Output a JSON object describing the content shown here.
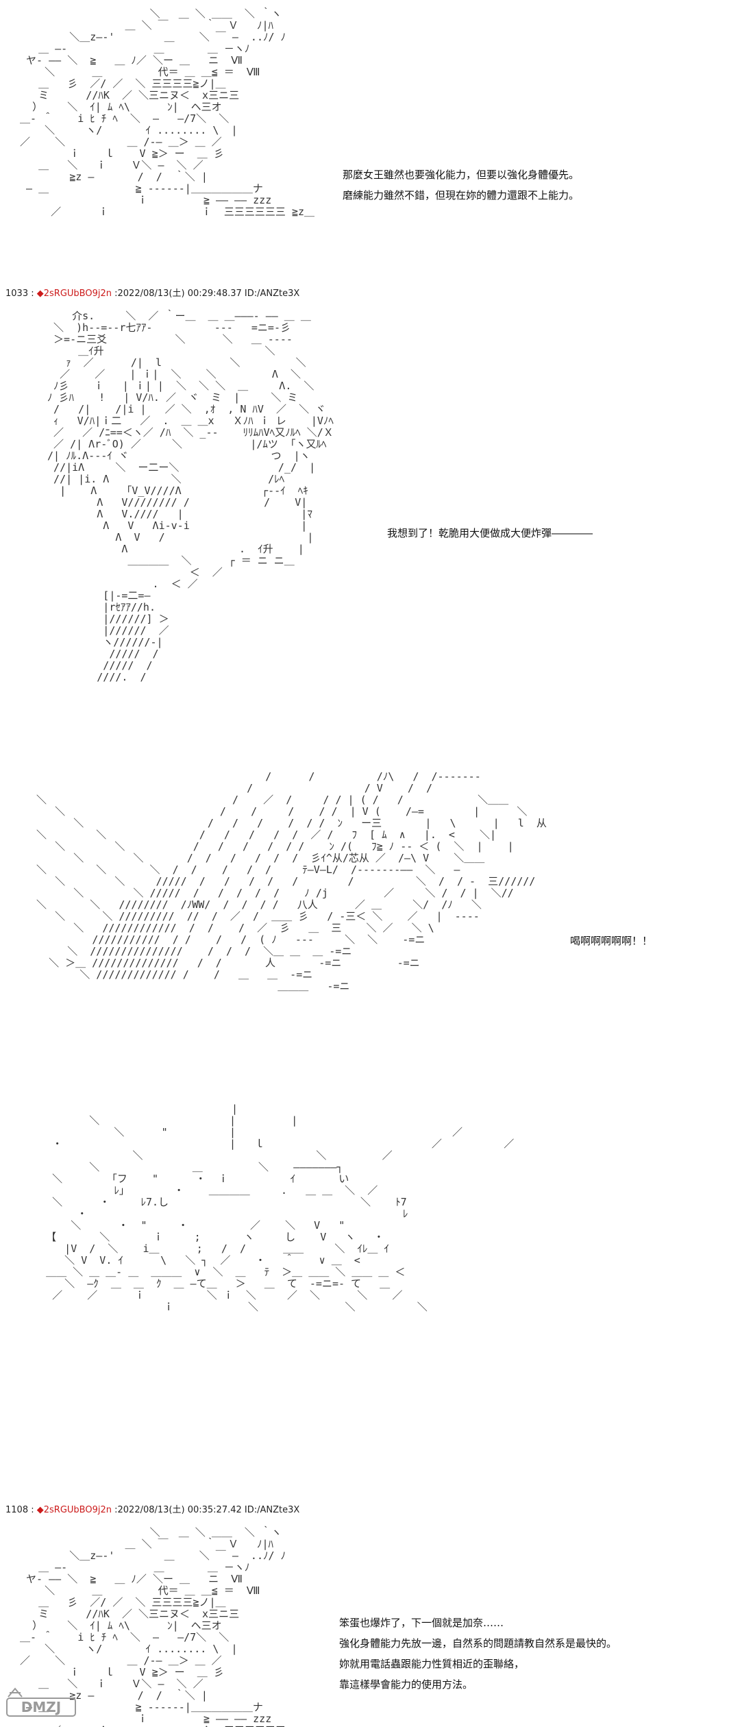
{
  "panels": {
    "p1": {
      "art": "                      ＼   ＿ ＼ ＿＿  ＼ ｀ヽ\n                  ＿ ＼ ￣      ｀  Ｖ   ﾉ|ﾊ\n         ＼＿z―‐'        ＿    ＼ ￣ ―  ..ﾉ/ ﾉ\n    ＿ ―‐              ＿       ＿ －ヽﾉ\n  ヤ‐ ―― ＼  ≧   ＿ ﾉ／ ＼ー ＿   ニ  Ⅶ\n     ＼      ＿         代＝ ＿ ＿≦ ＝  Ⅷ\n    ＿   彡  ／/ ／  ＼ 三三三三≧ノ|＿\n    ミ      //ﾊK  ／ ＼三ニヌ＜  x三ニ三\n   ）    ＼  ｲ| ﾑ ﾍ\\      ﾝ|  ヘ三オ\n ＿‐ ＾    i ﾋ ﾁ ﾍ  ＼  ―   ―/7＼  ＼\n     ＼     ヽ/       ｲ ........ \\  |\n ／    ＼          ＿ /‐― ＿＞ ＿ ／\n         ｉ    ｌ    V ≧＞ ー  ＿ 彡\n    ＿   ＼   ｉ    Ｖ＼ ―  ＼ ／\n         ≧z ―       /  /  ｀＼ |\n  ― ＿              ≧ ‐‐‐‐‐‐|＿＿＿＿＿＿ナ\n                    ｉ         ≧ ―― ―― zzz\n      ／      ｉ               ｉ  三三三三三三 ≧z＿",
      "lines": [
        "那麼女王雖然也要強化能力，但要以強化身體優先。",
        "磨練能力雖然不錯，但現在妳的體力還跟不上能力。"
      ]
    },
    "header1": {
      "number": "1033",
      "poster": "2sRGUbBO9j2n",
      "meta": ":2022/08/13(土) 00:29:48.37 ID:/ANZte3X"
    },
    "p2": {
      "art": "     介s.     ＼  ／ ｀ー＿  ＿ ＿―――‐ ―― ＿ ＿\n  ＼  )h‐‐=‐‐r七ｱｱ‐          ‐‐‐   =ニ=‐彡\n  ＞=‐ニ三爻           ＼      ＼   ＿ ‐‐‐‐\n      ＿ｲ升                          ＼\n    ｧ  ／      /|  l           ＼         ＼\n   ／    ／    | ｉ|  ＼    ＼         Λ  ＼\n  ﾉ彡    ｉ   | ｉ| |  ＼  ＼ ＼  ＿     Λ.  ＼\n ﾉ 彡ﾊ    !   | V/ﾊ. ／  ヾ  ミ  |     ＼ ミ\n  /   /|    /|i |   ／ ＼  ,ｵ  , N ﾊV  ／  ＼ ヾ\n  ｨ   V/ﾊ|ｉ二   ／  .  ＿ ＿x   Ｘﾉﾊ ｉ レ    |Vﾉﾍ\n  ／   ／ /ﾆ==＜ヽ／ /ﾊ  ＼ _-‐    ﾘﾘﾑﾊVﾍ又ﾉﾙﾍ ＼/Ｘ\n  ／ /| Λr‐ﾞO) ／     ＼           |/ﾑツ  ｢ヽ又ﾙﾍ\n /| ﾉﾙ.Λ‐‐‐ｲ ヾ                       つ  |ヽ\n  //|iΛ     ＼  ー二ー＼                /_/  |\n  //| |i. Λ          ＼              /ﾚﾍ\n   |    Λ    「V_V////Λ             ┌‐‐ｲ  ﾍｷ\n         Λ   V//////// /            /    V|\n         Λ   V.////   |                   |ﾏ\n          Λ   V   Λi‐v‐i                  |\n            Λ  V   /                       |\n             Λ                  .  ｲ升    |\n              ＿＿＿＿  ＼      ┌ ＝ ニ ニ＿\n                        ＜  ／\n                  .  ＜ ／\n          [|‐=二=―\n          |rｾｱｱ//h.\n          |//////] ＞\n          |//////  ／\n          ヽ//////‐|\n           /////  /\n          /////  /\n         ////.  /",
      "line": "我想到了！乾脆用大便做成大便炸彈――――"
    },
    "p3": {
      "art": "                                       /      /          /ﾉ\\   /  /‐‐‐‐‐‐‐\n                                    /                  / V    /  /\n  ＼                              /    ／  /     / / | ( /   /            ＼＿＿\n     ＼                         /    /     /    / /  | V (    /―=        |      ＼\n        ＼                    /   /   /    /  / /  ﾝ   ー三       |   \\      |   l  从\n  ＼        ＼               /   /   /   /  /  ／ /   ﾌ  [ ﾑ  ∧   |.  <    ＼|\n     ＼        ＼           /   /   /   /  / /    ﾝ /(   ﾌ≧ ﾉ ‐‐ ＜ (  ＼  |    |\n        ＼        ＼       /  /   /   /  /  /  彡ｲ^从/芯从 ／  /―\\ V    ＼＿＿\n  ＼        ＼       ＼  /  /    /   /  /     ﾃ―V―L/  /‐‐‐‐‐‐‐――  ＼   ―\n     ＼        ＼     /////  /   /   /  /   /        /          ＼  /  / ‐  三//////\n        ＼        ＼ /////  /   /  /  /  /    ﾉ /j         ／     ＼ /  / |  ＼//\n  ＼       ＼   ////////  /ﾉWW/  /  /  / /   八人      ／ ＿     ＼/  /ﾉ   ＼\n     ＼      ＼ /////////  //  /  ／  /  ＿＿ 彡   / ‐三＜ ＼    ／   |  ‐‐‐‐\n        ＼   ////////////  /  /    /  ／  彡   ＿  三    ＼ ／   ＼ \\\n           ///////////  / /    /   /  ( ﾉ   ‐‐‐     ＼  ＼    ‐=ニ\n       ＼  ///////////////    /  /  /  ＼＿ ＿  ＿ ‐=ニ\n    ＼ ＞＿ //////////////   /  /       人       ‐=ニ         ‐=ニ\n         ＼ ///////////// /    /   ＿   ＿  ‐=ニ\n                                         ＿＿＿   ‐=ニ",
      "line": "喝啊啊啊啊啊！！"
    },
    "p4": {
      "art": "                                 |\n          ＼                     |         |\n              ＼      \"          |                                   ／\n    ・                           |   ｌ                           ／          ／\n                 ＼                            ＼         ／\n          ＼               ＿         ＼    ―――――――┐\n    ＼        ｢フ    \"      ・  ｉ          ｲ       い\n              ﾚ｣        ・    ＿＿＿＿     .   ＿ ＿  ＼  ／\n    ＼      ・     ﾚ7.し                               ＼    ﾄ7\n        ・                                                   ﾚ\n       ＼      ・  \"     ・          ／    ＼   V   \"\n   【       ＼       ｉ     ;       ヽ     し    V   ヽ   ・\n      |V  /  ＼    i＿      ;   /  /      ＿＿     ＼  ｲﾚ＿ ｲ\n      ＼ V  V. ｲ      \\   ＼ ┐  ／    ・   ＾    ∨ ＿  <\n   ＿＿ ＼ ＿ ＿‐ ＿  ＿＿＿  ∨  ＼  ＿   ﾃ  ＞＿ ＿＿ ＼ ＿＿ ＿ ＜\n      ＼  ―ｸ  ＿  ＿  ｸ  ＿ ―て＿   ＞   ＿  て  ‐=ニ=‐ て   ＿\n    ／    ／      ｉ          ＼ ｉ  ＼     ／  ＼      ＼    ／\n                      ｉ            ＼              ＼          ＼"
    },
    "header2": {
      "number": "1108",
      "poster": "2sRGUbBO9j2n",
      "meta": ":2022/08/13(土) 00:35:27.42 ID:/ANZte3X"
    },
    "p5": {
      "lines": [
        "笨蛋也爆炸了，下一個就是加奈……",
        "強化身體能力先放一邊，自然系的問題請教自然系是最快的。",
        "妳就用電話蟲跟能力性質相近的歪聯絡，",
        "靠這樣學會能力的使用方法。"
      ]
    }
  },
  "watermark": {
    "text": "DMZJ"
  }
}
